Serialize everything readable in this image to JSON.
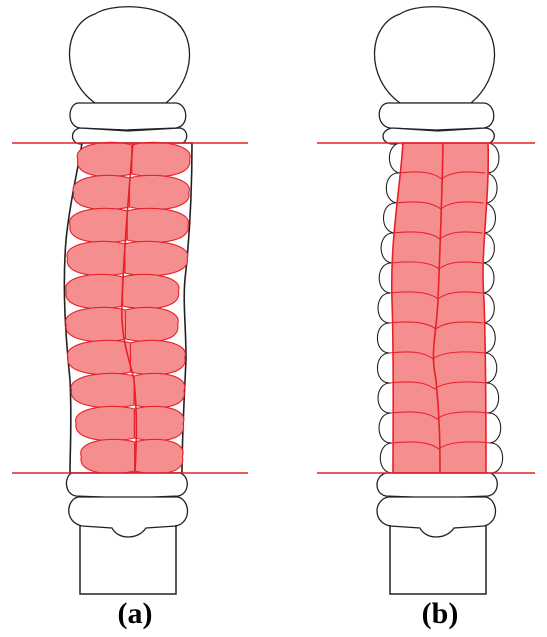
{
  "figure": {
    "panels": [
      {
        "id": "a",
        "label": "(a)"
      },
      {
        "id": "b",
        "label": "(b)"
      }
    ]
  },
  "colors": {
    "outline": "#222222",
    "highlight_fill": "#f58f8f",
    "highlight_line": "#e8202a",
    "background": "#ffffff"
  }
}
